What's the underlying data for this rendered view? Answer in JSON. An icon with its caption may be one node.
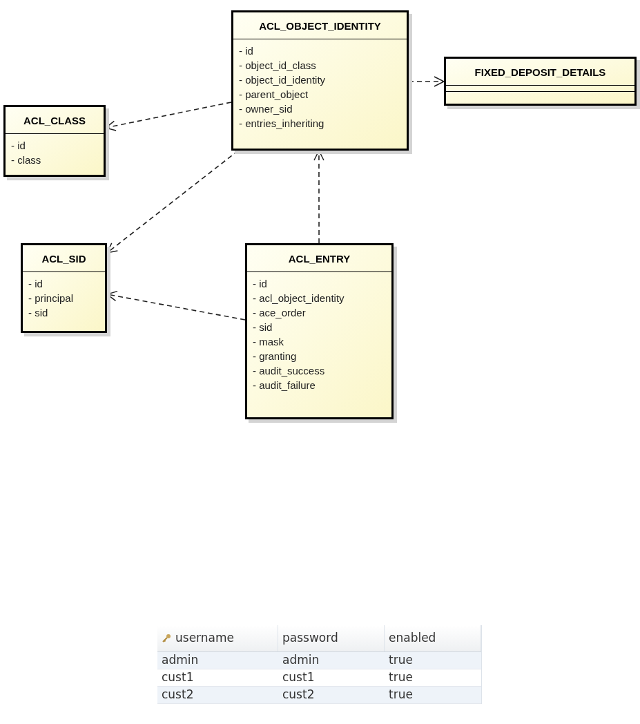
{
  "diagram": {
    "nodes": [
      {
        "text": [
          "ACL_OBJECT_IDENTITY",
          "- id",
          "- object_id_class",
          "- object_id_identity",
          "- parent_object",
          "- owner_sid",
          "- entries_inheriting"
        ]
      },
      {
        "text": [
          "FIXED_DEPOSIT_DETAILS"
        ]
      },
      {
        "text": [
          "ACL_CLASS",
          "- id",
          "- class"
        ]
      },
      {
        "text": [
          "ACL_SID",
          "- id",
          "- principal",
          "- sid"
        ]
      },
      {
        "text": [
          "ACL_ENTRY",
          "- id",
          "- acl_object_identity",
          "- ace_order",
          "- sid",
          "- mask",
          "- granting",
          "- audit_success",
          "- audit_failure"
        ]
      }
    ],
    "edges": [
      {
        "from": 0,
        "to": 1,
        "arrow": "to",
        "style": "dashed"
      },
      {
        "from": 0,
        "to": 2,
        "arrow": "to",
        "style": "dashed"
      },
      {
        "from": 0,
        "to": 3,
        "arrow": "to",
        "style": "dashed"
      },
      {
        "from": 4,
        "to": 0,
        "arrow": "to",
        "style": "dashed"
      },
      {
        "from": 4,
        "to": 3,
        "arrow": "to",
        "style": "dashed"
      }
    ],
    "labels": [
      "username",
      "password",
      "enabled",
      "admin",
      "admin",
      "true",
      "cust1",
      "cust1",
      "true",
      "cust2",
      "cust2",
      "true"
    ]
  }
}
